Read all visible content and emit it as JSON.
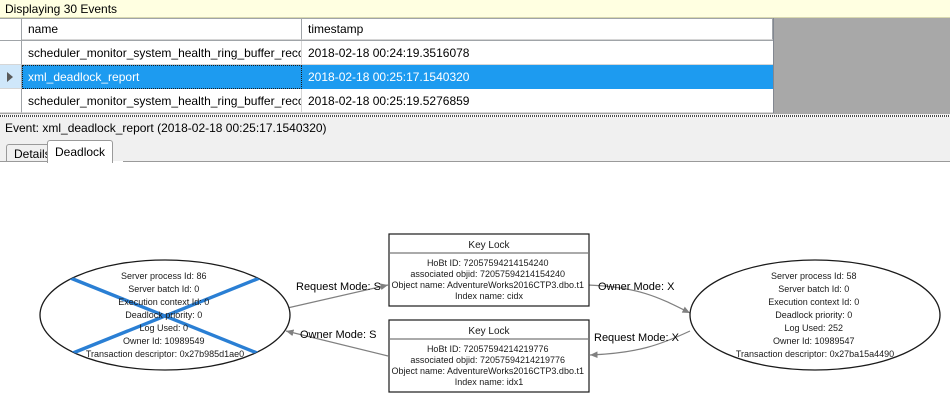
{
  "banner": {
    "text": "Displaying 30 Events"
  },
  "grid": {
    "columns": [
      "name",
      "timestamp"
    ],
    "rows": [
      {
        "name": "scheduler_monitor_system_health_ring_buffer_recorded",
        "timestamp": "2018-02-18 00:24:19.3516078",
        "selected": false
      },
      {
        "name": "xml_deadlock_report",
        "timestamp": "2018-02-18 00:25:17.1540320",
        "selected": true
      },
      {
        "name": "scheduler_monitor_system_health_ring_buffer_recorded",
        "timestamp": "2018-02-18 00:25:19.5276859",
        "selected": false
      }
    ],
    "selected_row_marker": "row-pointer-triangle"
  },
  "event": {
    "header": "Event: xml_deadlock_report (2018-02-18 00:25:17.1540320)"
  },
  "tabs": [
    {
      "label": "Details",
      "active": false
    },
    {
      "label": "Deadlock",
      "active": true
    }
  ],
  "deadlock": {
    "victim_process": "left",
    "processes": [
      {
        "id": "left",
        "is_victim": true,
        "lines": [
          "Server process Id: 86",
          "Server batch Id: 0",
          "Execution context Id: 0",
          "Deadlock priority: 0",
          "Log Used: 0",
          "Owner Id: 10989549",
          "Transaction descriptor: 0x27b985d1ae0"
        ]
      },
      {
        "id": "right",
        "is_victim": false,
        "lines": [
          "Server process Id: 58",
          "Server batch Id: 0",
          "Execution context Id: 0",
          "Deadlock priority: 0",
          "Log Used: 252",
          "Owner Id: 10989547",
          "Transaction descriptor: 0x27ba15a4490"
        ]
      }
    ],
    "resources": [
      {
        "id": "top",
        "title": "Key Lock",
        "lines": [
          "HoBt ID: 72057594214154240",
          "associated objid: 72057594214154240",
          "Object name: AdventureWorks2016CTP3.dbo.t1",
          "Index name: cidx"
        ]
      },
      {
        "id": "bottom",
        "title": "Key Lock",
        "lines": [
          "HoBt ID: 72057594214219776",
          "associated objid: 72057594214219776",
          "Object name: AdventureWorks2016CTP3.dbo.t1",
          "Index name: idx1"
        ]
      }
    ],
    "edges": [
      {
        "id": "left-request-top",
        "label": "Request Mode: S"
      },
      {
        "id": "top-owner-right",
        "label": "Owner Mode: X"
      },
      {
        "id": "bottom-owner-left",
        "label": "Owner Mode: S"
      },
      {
        "id": "right-request-bottom",
        "label": "Request Mode: X"
      }
    ]
  },
  "colors": {
    "banner_bg": "#ffffe1",
    "selection_blue": "#1d9bf0",
    "victim_cross": "#2a7fd4",
    "grid_filler": "#a8a8a8"
  }
}
